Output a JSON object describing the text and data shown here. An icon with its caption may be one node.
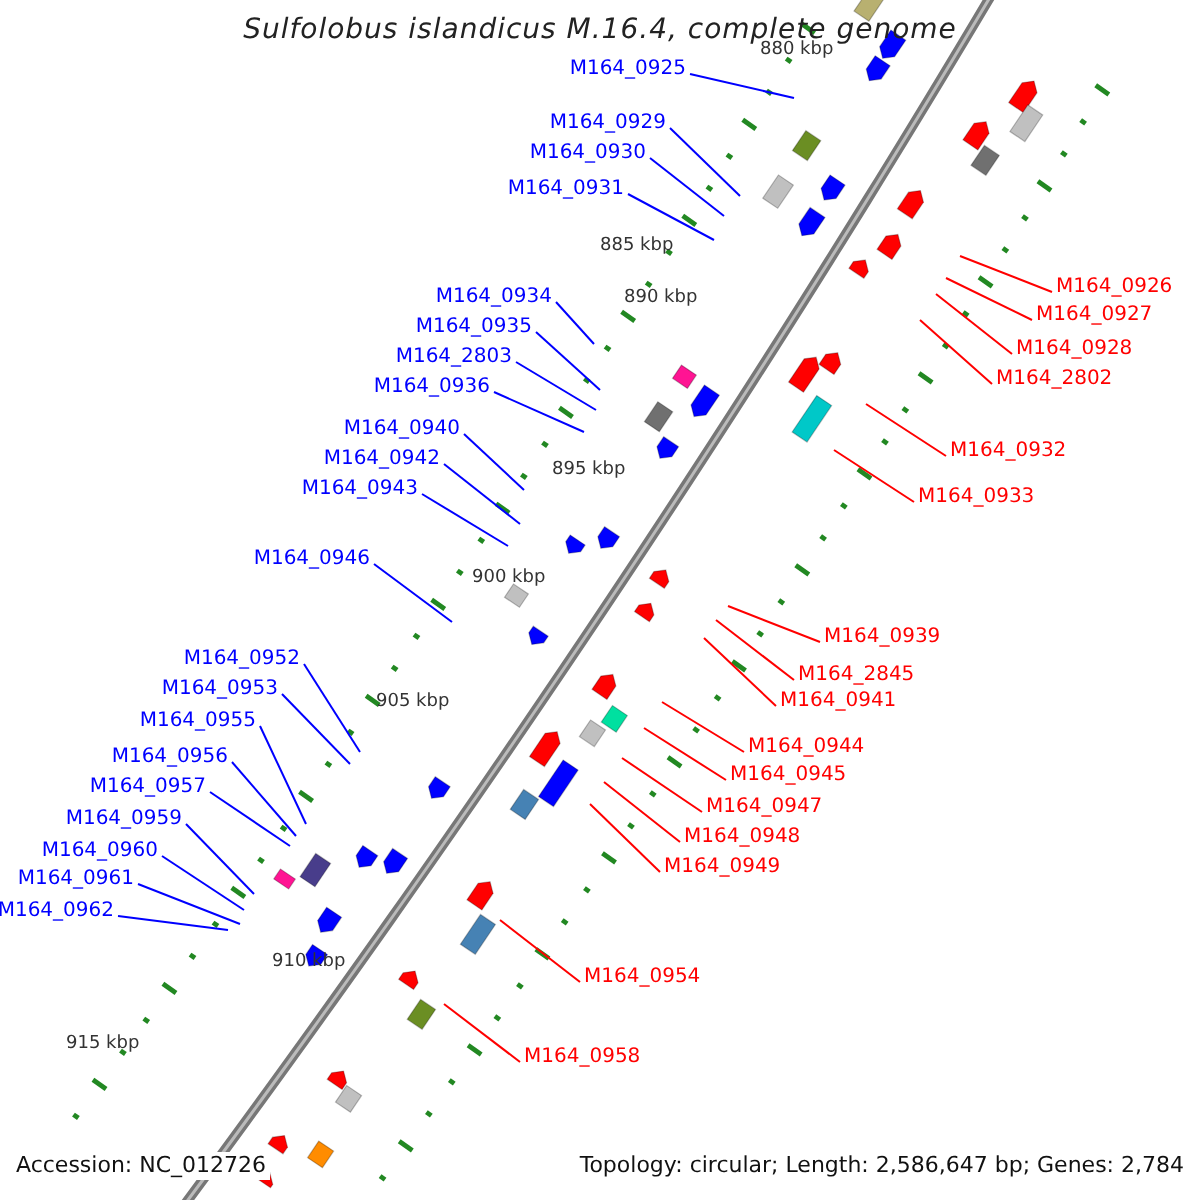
{
  "diagram": {
    "title": "Sulfolobus islandicus M.16.4, complete genome",
    "nodes": [
      {
        "text": [
          "M164_0925"
        ]
      },
      {
        "text": [
          "M164_0929"
        ]
      },
      {
        "text": [
          "M164_0930"
        ]
      },
      {
        "text": [
          "M164_0931"
        ]
      },
      {
        "text": [
          "M164_0934"
        ]
      },
      {
        "text": [
          "M164_0935"
        ]
      },
      {
        "text": [
          "M164_2803"
        ]
      },
      {
        "text": [
          "M164_0936"
        ]
      },
      {
        "text": [
          "M164_0940"
        ]
      },
      {
        "text": [
          "M164_0942"
        ]
      },
      {
        "text": [
          "M164_0943"
        ]
      },
      {
        "text": [
          "M164_0946"
        ]
      },
      {
        "text": [
          "M164_0952"
        ]
      },
      {
        "text": [
          "M164_0953"
        ]
      },
      {
        "text": [
          "M164_0955"
        ]
      },
      {
        "text": [
          "M164_0956"
        ]
      },
      {
        "text": [
          "M164_0957"
        ]
      },
      {
        "text": [
          "M164_0959"
        ]
      },
      {
        "text": [
          "M164_0960"
        ]
      },
      {
        "text": [
          "M164_0961"
        ]
      },
      {
        "text": [
          "M164_0962"
        ]
      },
      {
        "text": [
          "M164_0926"
        ]
      },
      {
        "text": [
          "M164_0927"
        ]
      },
      {
        "text": [
          "M164_0928"
        ]
      },
      {
        "text": [
          "M164_2802"
        ]
      },
      {
        "text": [
          "M164_0932"
        ]
      },
      {
        "text": [
          "M164_0933"
        ]
      },
      {
        "text": [
          "M164_0939"
        ]
      },
      {
        "text": [
          "M164_2845"
        ]
      },
      {
        "text": [
          "M164_0941"
        ]
      },
      {
        "text": [
          "M164_0944"
        ]
      },
      {
        "text": [
          "M164_0945"
        ]
      },
      {
        "text": [
          "M164_0947"
        ]
      },
      {
        "text": [
          "M164_0948"
        ]
      },
      {
        "text": [
          "M164_0949"
        ]
      },
      {
        "text": [
          "M164_0954"
        ]
      },
      {
        "text": [
          "M164_0958"
        ]
      }
    ],
    "edges": [
      {
        "from": 0,
        "to": null,
        "arrow": "none"
      },
      {
        "from": 1,
        "to": null,
        "arrow": "none"
      },
      {
        "from": 2,
        "to": null,
        "arrow": "none"
      },
      {
        "from": 3,
        "to": null,
        "arrow": "none"
      },
      {
        "from": 4,
        "to": null,
        "arrow": "none"
      },
      {
        "from": 5,
        "to": null,
        "arrow": "none"
      },
      {
        "from": 6,
        "to": null,
        "arrow": "none"
      },
      {
        "from": 7,
        "to": null,
        "arrow": "none"
      },
      {
        "from": 8,
        "to": null,
        "arrow": "none"
      },
      {
        "from": 9,
        "to": null,
        "arrow": "none"
      },
      {
        "from": 10,
        "to": null,
        "arrow": "none"
      },
      {
        "from": 11,
        "to": null,
        "arrow": "none"
      },
      {
        "from": 12,
        "to": null,
        "arrow": "none"
      },
      {
        "from": 13,
        "to": null,
        "arrow": "none"
      },
      {
        "from": 14,
        "to": null,
        "arrow": "none"
      },
      {
        "from": 15,
        "to": null,
        "arrow": "none"
      },
      {
        "from": 16,
        "to": null,
        "arrow": "none"
      },
      {
        "from": 17,
        "to": null,
        "arrow": "none"
      },
      {
        "from": 18,
        "to": null,
        "arrow": "none"
      },
      {
        "from": 19,
        "to": null,
        "arrow": "none"
      },
      {
        "from": 20,
        "to": null,
        "arrow": "none"
      },
      {
        "from": 21,
        "to": null,
        "arrow": "none",
        "color": "#ff0000"
      },
      {
        "from": 22,
        "to": null,
        "arrow": "none",
        "color": "#ff0000"
      },
      {
        "from": 23,
        "to": null,
        "arrow": "none",
        "color": "#ff0000"
      },
      {
        "from": 24,
        "to": null,
        "arrow": "none",
        "color": "#ff0000"
      },
      {
        "from": 25,
        "to": null,
        "arrow": "none",
        "color": "#ff0000"
      },
      {
        "from": 26,
        "to": null,
        "arrow": "none",
        "color": "#ff0000"
      },
      {
        "from": 27,
        "to": null,
        "arrow": "none",
        "color": "#ff0000"
      },
      {
        "from": 28,
        "to": null,
        "arrow": "none",
        "color": "#ff0000"
      },
      {
        "from": 29,
        "to": null,
        "arrow": "none",
        "color": "#ff0000"
      },
      {
        "from": 30,
        "to": null,
        "arrow": "none",
        "color": "#ff0000"
      },
      {
        "from": 31,
        "to": null,
        "arrow": "none",
        "color": "#ff0000"
      },
      {
        "from": 32,
        "to": null,
        "arrow": "none",
        "color": "#ff0000"
      },
      {
        "from": 33,
        "to": null,
        "arrow": "none",
        "color": "#ff0000"
      },
      {
        "from": 34,
        "to": null,
        "arrow": "none",
        "color": "#ff0000"
      },
      {
        "from": 35,
        "to": null,
        "arrow": "none",
        "color": "#ff0000"
      },
      {
        "from": 36,
        "to": null,
        "arrow": "none",
        "color": "#ff0000"
      }
    ],
    "labels": [
      "880 kbp",
      "885 kbp",
      "890 kbp",
      "895 kbp",
      "900 kbp",
      "905 kbp",
      "910 kbp",
      "915 kbp",
      "Accession: NC_012726",
      "Topology: circular; Length: 2,586,647 bp; Genes: 2,784"
    ]
  }
}
